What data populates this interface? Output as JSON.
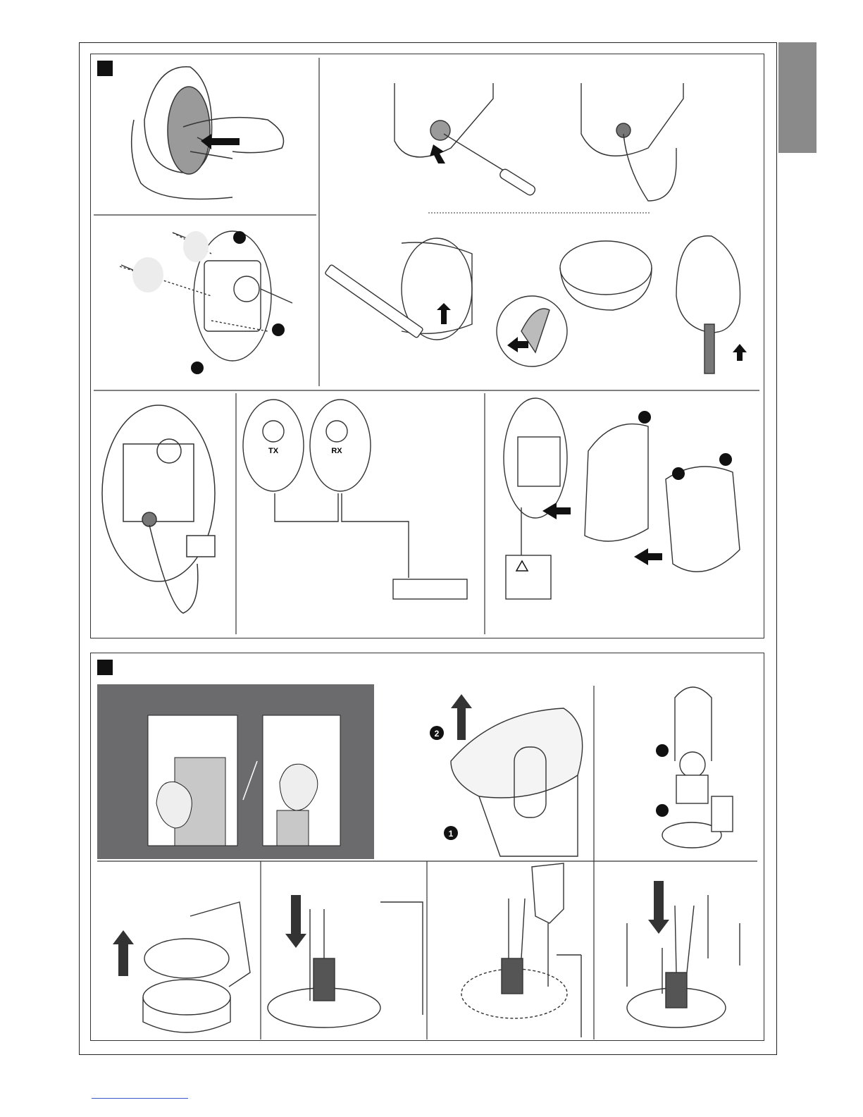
{
  "figure_a": {
    "labels": {
      "tx": "TX",
      "rx": "RX"
    },
    "step_numbers": {
      "one": "1",
      "two": "2"
    }
  },
  "colors": {
    "tab": "#8a8a8a",
    "dark_panel": "#6b6b6e",
    "arrow": "#333333"
  }
}
